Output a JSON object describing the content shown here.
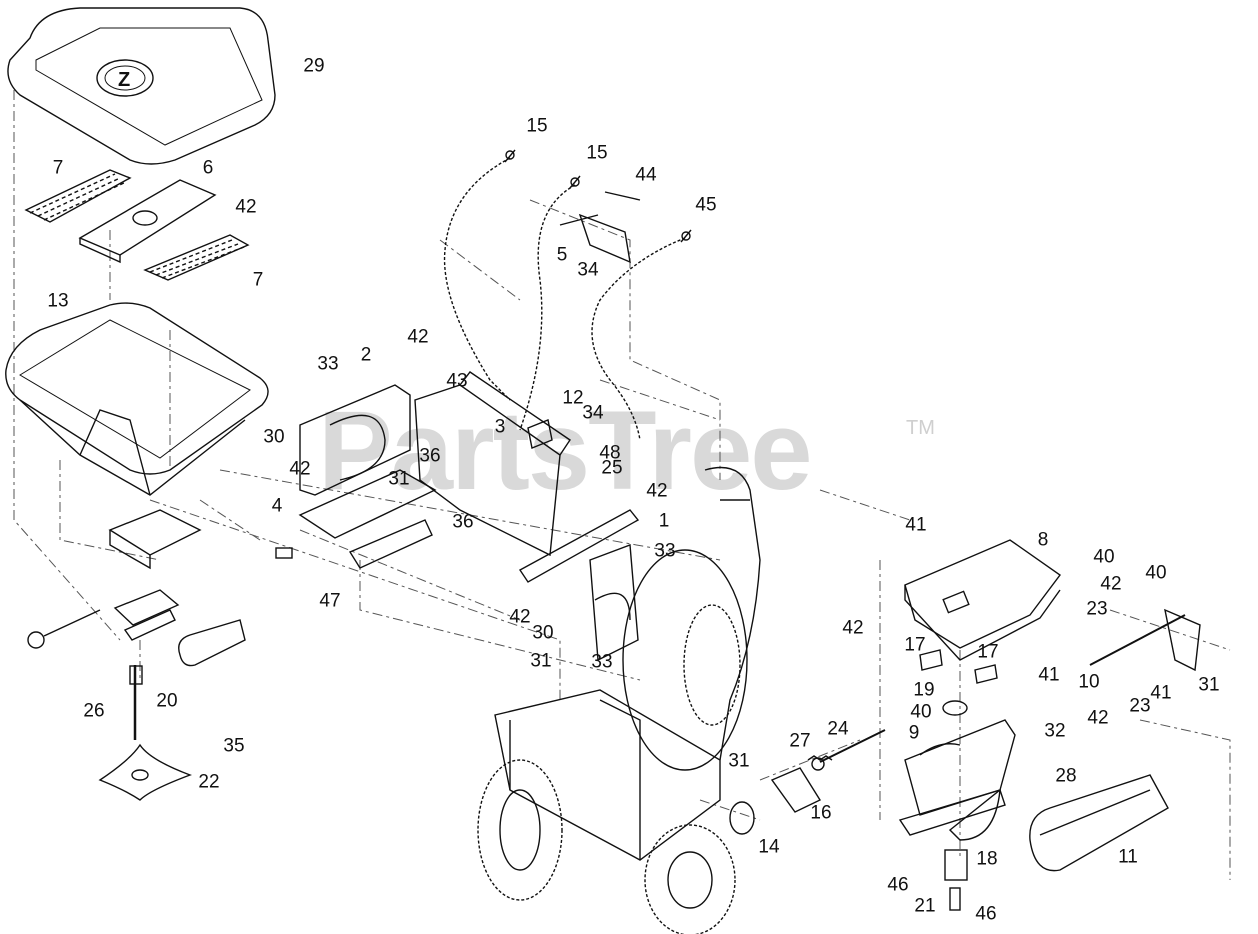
{
  "watermark": {
    "text": "PartsTree",
    "trademark": "TM"
  },
  "logo": {
    "letter": "Z"
  },
  "callouts": [
    {
      "id": "c29",
      "text": "29"
    },
    {
      "id": "c7a",
      "text": "7"
    },
    {
      "id": "c6",
      "text": "6"
    },
    {
      "id": "c42a",
      "text": "42"
    },
    {
      "id": "c7b",
      "text": "7"
    },
    {
      "id": "c13",
      "text": "13"
    },
    {
      "id": "c15a",
      "text": "15"
    },
    {
      "id": "c15b",
      "text": "15"
    },
    {
      "id": "c44",
      "text": "44"
    },
    {
      "id": "c45",
      "text": "45"
    },
    {
      "id": "c5",
      "text": "5"
    },
    {
      "id": "c34a",
      "text": "34"
    },
    {
      "id": "c42b",
      "text": "42"
    },
    {
      "id": "c2",
      "text": "2"
    },
    {
      "id": "c33a",
      "text": "33"
    },
    {
      "id": "c43",
      "text": "43"
    },
    {
      "id": "c12",
      "text": "12"
    },
    {
      "id": "c34b",
      "text": "34"
    },
    {
      "id": "c30a",
      "text": "30"
    },
    {
      "id": "c3",
      "text": "3"
    },
    {
      "id": "c36a",
      "text": "36"
    },
    {
      "id": "c48",
      "text": "48"
    },
    {
      "id": "c25",
      "text": "25"
    },
    {
      "id": "c42c",
      "text": "42"
    },
    {
      "id": "c31a",
      "text": "31"
    },
    {
      "id": "c4",
      "text": "4"
    },
    {
      "id": "c36b",
      "text": "36"
    },
    {
      "id": "c42d",
      "text": "42"
    },
    {
      "id": "c1",
      "text": "1"
    },
    {
      "id": "c33b",
      "text": "33"
    },
    {
      "id": "c47",
      "text": "47"
    },
    {
      "id": "c42e",
      "text": "42"
    },
    {
      "id": "c30b",
      "text": "30"
    },
    {
      "id": "c33c",
      "text": "33"
    },
    {
      "id": "c31b",
      "text": "31"
    },
    {
      "id": "c41a",
      "text": "41"
    },
    {
      "id": "c8",
      "text": "8"
    },
    {
      "id": "c40a",
      "text": "40"
    },
    {
      "id": "c42f",
      "text": "42"
    },
    {
      "id": "c40b",
      "text": "40"
    },
    {
      "id": "c42g",
      "text": "42"
    },
    {
      "id": "c23a",
      "text": "23"
    },
    {
      "id": "c17a",
      "text": "17"
    },
    {
      "id": "c17b",
      "text": "17"
    },
    {
      "id": "c41b",
      "text": "41"
    },
    {
      "id": "c10",
      "text": "10"
    },
    {
      "id": "c31c",
      "text": "31"
    },
    {
      "id": "c19",
      "text": "19"
    },
    {
      "id": "c42h",
      "text": "42"
    },
    {
      "id": "c23b",
      "text": "23"
    },
    {
      "id": "c41c",
      "text": "41"
    },
    {
      "id": "c40c",
      "text": "40"
    },
    {
      "id": "c32",
      "text": "32"
    },
    {
      "id": "c9",
      "text": "9"
    },
    {
      "id": "c24",
      "text": "24"
    },
    {
      "id": "c27",
      "text": "27"
    },
    {
      "id": "c31d",
      "text": "31"
    },
    {
      "id": "c28",
      "text": "28"
    },
    {
      "id": "c16",
      "text": "16"
    },
    {
      "id": "c14",
      "text": "14"
    },
    {
      "id": "c18",
      "text": "18"
    },
    {
      "id": "c11",
      "text": "11"
    },
    {
      "id": "c20",
      "text": "20"
    },
    {
      "id": "c26",
      "text": "26"
    },
    {
      "id": "c35",
      "text": "35"
    },
    {
      "id": "c22",
      "text": "22"
    },
    {
      "id": "c46a",
      "text": "46"
    },
    {
      "id": "c21",
      "text": "21"
    },
    {
      "id": "c46b",
      "text": "46"
    }
  ]
}
